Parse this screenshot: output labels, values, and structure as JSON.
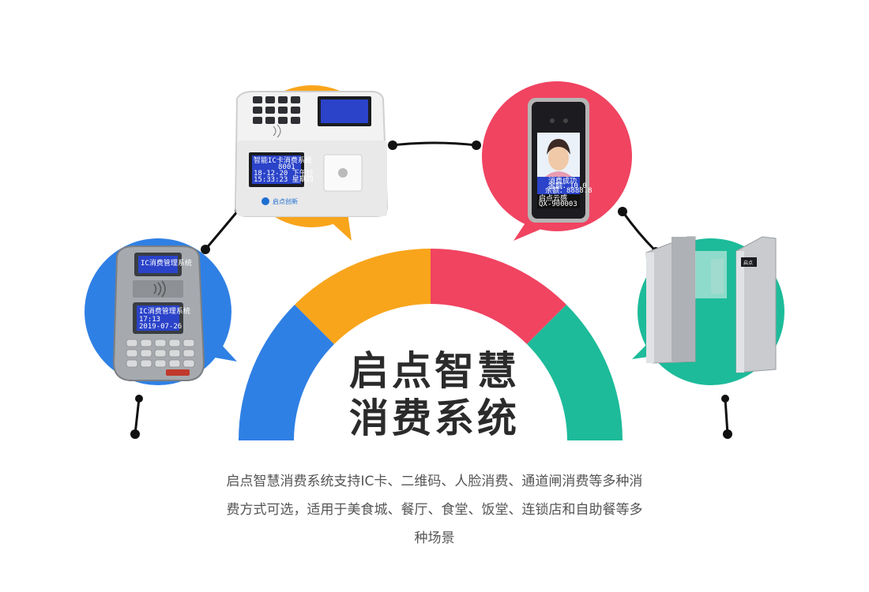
{
  "heading": {
    "line1": "启点智慧",
    "line2": "消费系统"
  },
  "description": {
    "line1": "启点智慧消费系统支持IC卡、二维码、人脸消费、通道闸消费等多种消",
    "line2": "费方式可选，适用于美食城、餐厅、食堂、饭堂、连锁店和自助餐等多",
    "line3": "种场景"
  },
  "devices": {
    "terminal": {
      "screen_line1": "智能IC卡消费系统",
      "screen_line2": "8001",
      "screen_line3": "18-12-20   下午好",
      "screen_line4": "15:33:23   星期四",
      "logo": "启点创新"
    },
    "face": {
      "screen_line1": "启点云感",
      "screen_line2": "消费成功",
      "screen_line3": "金额：10.0",
      "screen_line4": "余额：8888.8",
      "screen_line5": "QX-900003"
    },
    "pos": {
      "screen_line1": "IC消费管理系统",
      "screen_line2": "17:13",
      "screen_line3": "2019-07-26"
    },
    "gate": {
      "badge": "启点"
    }
  },
  "colors": {
    "blue": "#2f80e4",
    "orange": "#f8a51c",
    "red": "#f04461",
    "green": "#1dbb9a",
    "connector": "#111111"
  },
  "icons": {
    "contactless": "contactless-icon"
  }
}
